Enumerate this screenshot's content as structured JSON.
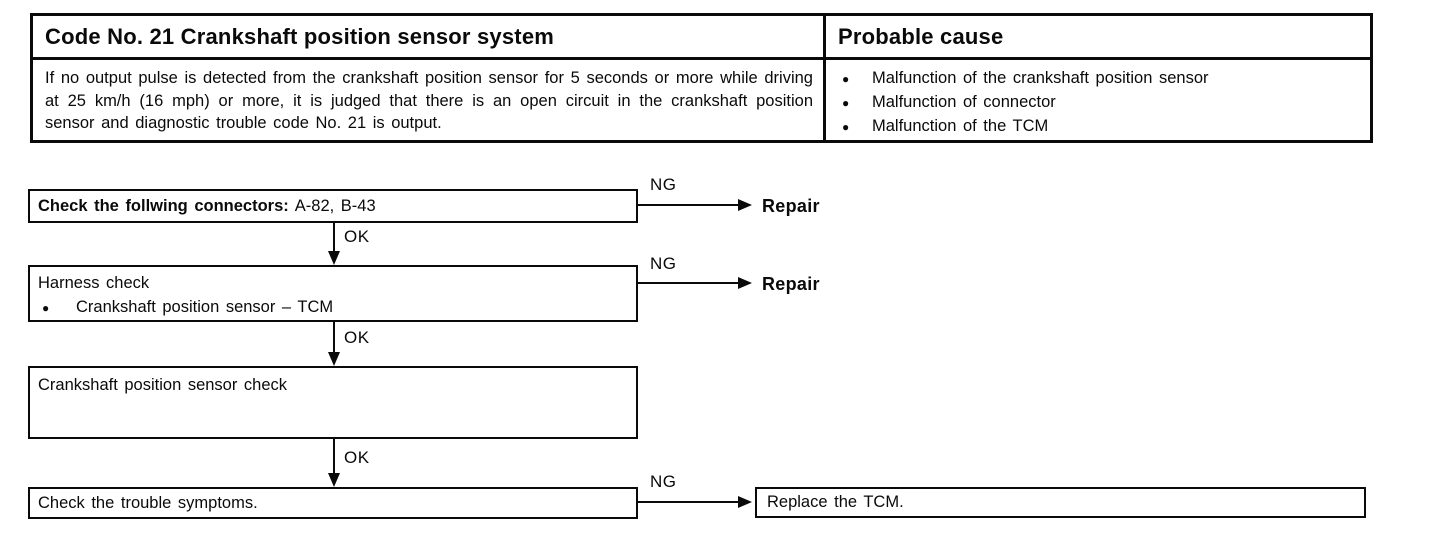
{
  "table": {
    "code_title": "Code No. 21 Crankshaft position sensor system",
    "probable_cause_title": "Probable cause",
    "description": "If no output pulse is detected from the crankshaft position sensor for 5 seconds or more while driving at 25 km/h (16 mph) or more, it is judged that there is an open circuit in the crankshaft position sensor and diagnostic trouble code No. 21 is output.",
    "causes": [
      "Malfunction of the crankshaft position sensor",
      "Malfunction of connector",
      "Malfunction of the TCM"
    ]
  },
  "flowchart": {
    "step1": {
      "label_bold": "Check the follwing connectors:",
      "label_value": "A-82, B-43"
    },
    "step2": {
      "title": "Harness check",
      "item": "Crankshaft position sensor – TCM"
    },
    "step3": {
      "title": "Crankshaft position sensor check"
    },
    "step4": {
      "title": "Check the trouble symptoms."
    },
    "result_repair": "Repair",
    "result_replace": "Replace the TCM.",
    "label_ok": "OK",
    "label_ng": "NG"
  },
  "glyphs": {
    "bullet": "●"
  }
}
